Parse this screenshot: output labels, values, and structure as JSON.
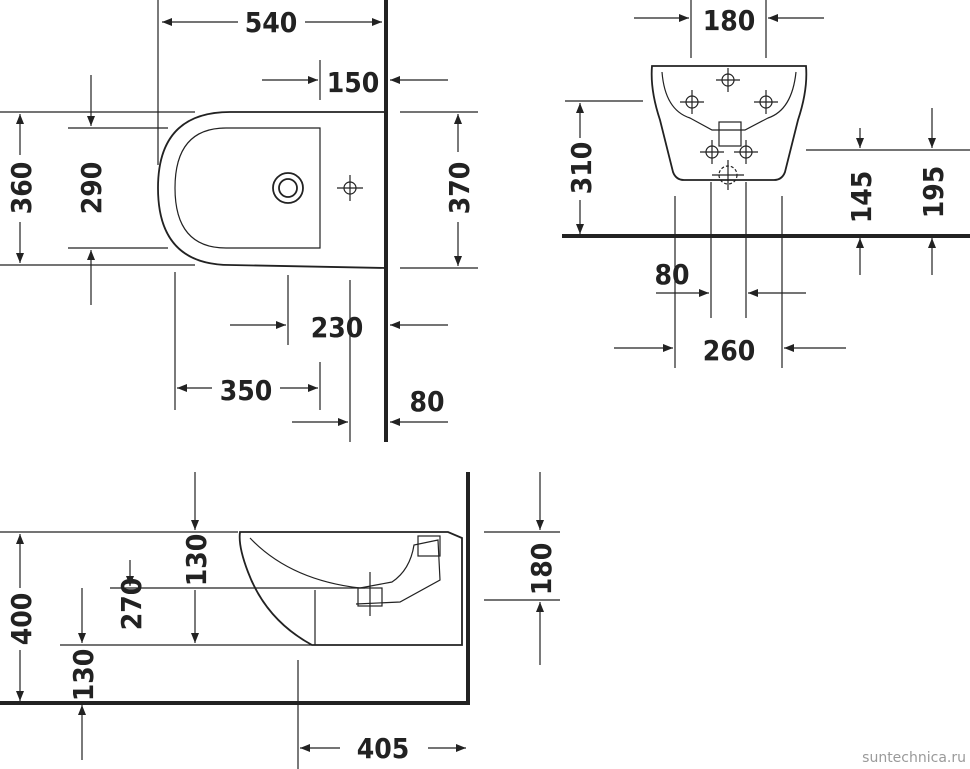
{
  "top_view": {
    "overall_depth": "540",
    "wall_to_tap": "150",
    "total_width": "360",
    "inner_width": "290",
    "back_width": "370",
    "tap_hole_offset": "230",
    "bowl_center": "350",
    "wall_offset": "80"
  },
  "front_view": {
    "tap_spacing": "180",
    "height_total": "310",
    "drain_height": "145",
    "fixing_height": "195",
    "drain_width": "80",
    "fixing_spacing": "260"
  },
  "side_view": {
    "rim_height": "400",
    "inlet_height": "270",
    "depth_130_upper": "130",
    "depth_130_lower": "130",
    "back_height": "180",
    "projection": "405"
  },
  "watermark": "suntechnica.ru"
}
